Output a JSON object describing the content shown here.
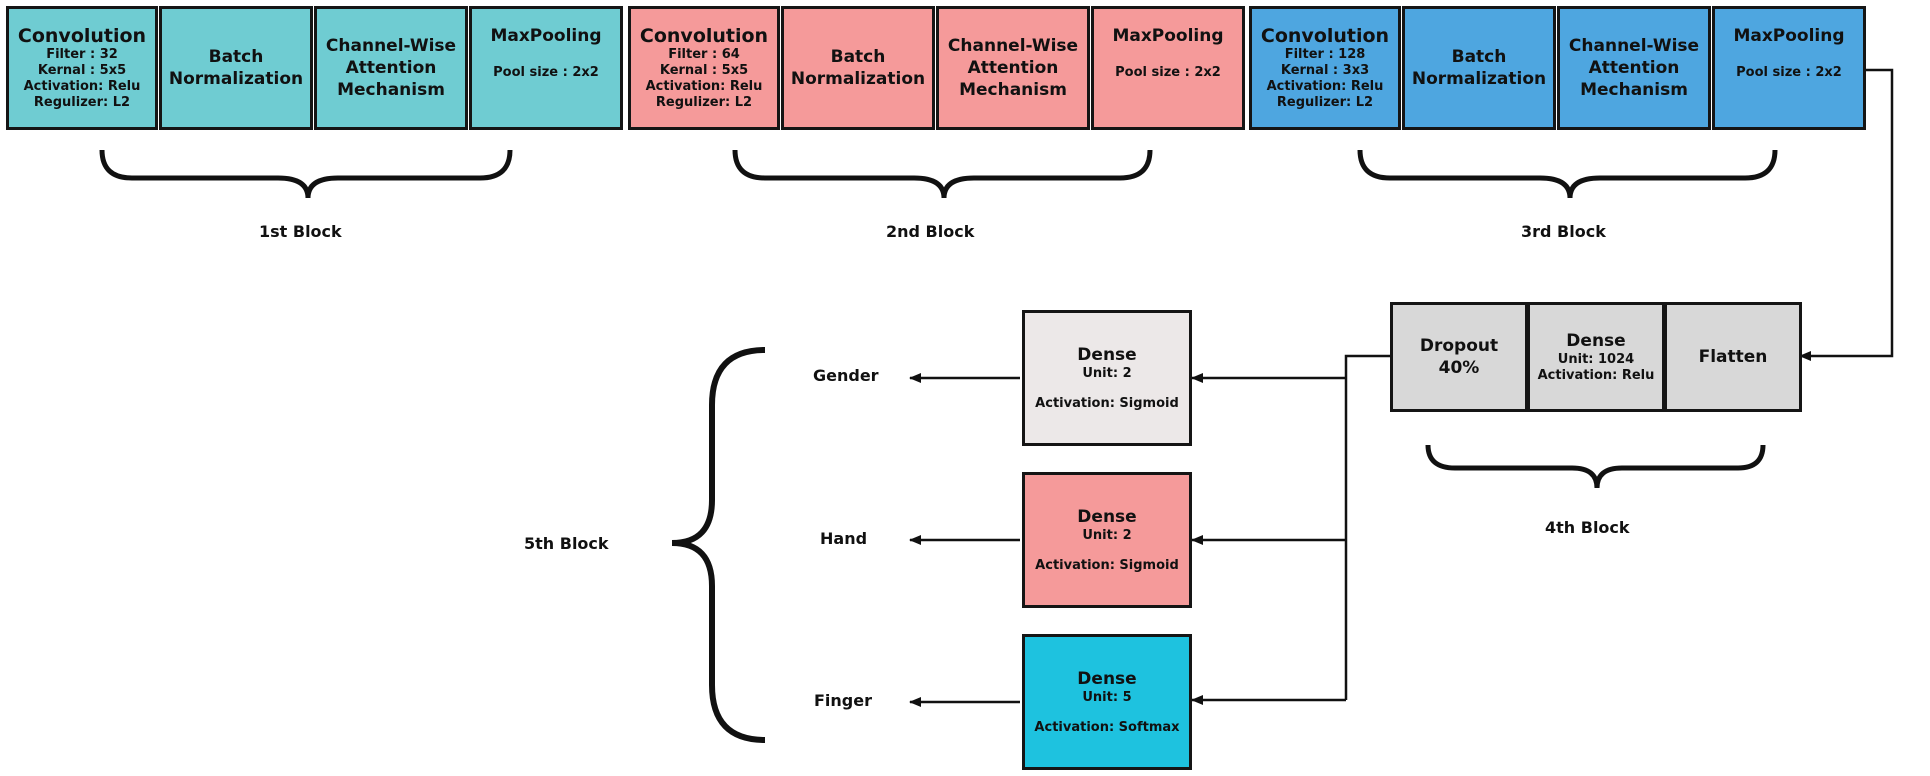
{
  "block1": {
    "conv": {
      "title": "Convolution",
      "lines": [
        "Filter : 32",
        "Kernal : 5x5",
        "Activation: Relu",
        "Regulizer: L2"
      ]
    },
    "bn": [
      "Batch",
      "Normalization"
    ],
    "att": [
      "Channel-Wise",
      "Attention",
      "Mechanism"
    ],
    "pool": {
      "title": "MaxPooling",
      "line": "Pool size : 2x2"
    },
    "label": "1st Block"
  },
  "block2": {
    "conv": {
      "title": "Convolution",
      "lines": [
        "Filter : 64",
        "Kernal : 5x5",
        "Activation: Relu",
        "Regulizer: L2"
      ]
    },
    "bn": [
      "Batch",
      "Normalization"
    ],
    "att": [
      "Channel-Wise",
      "Attention",
      "Mechanism"
    ],
    "pool": {
      "title": "MaxPooling",
      "line": "Pool size : 2x2"
    },
    "label": "2nd Block"
  },
  "block3": {
    "conv": {
      "title": "Convolution",
      "lines": [
        "Filter : 128",
        "Kernal : 3x3",
        "Activation: Relu",
        "Regulizer: L2"
      ]
    },
    "bn": [
      "Batch",
      "Normalization"
    ],
    "att": [
      "Channel-Wise",
      "Attention",
      "Mechanism"
    ],
    "pool": {
      "title": "MaxPooling",
      "line": "Pool size : 2x2"
    },
    "label": "3rd Block"
  },
  "block4": {
    "dropout": [
      "Dropout",
      "40%"
    ],
    "dense": {
      "title": "Dense",
      "lines": [
        "Unit: 1024",
        "Activation: Relu"
      ]
    },
    "flatten": "Flatten",
    "label": "4th Block"
  },
  "block5": {
    "label": "5th Block",
    "gender": {
      "title": "Dense",
      "unit": "Unit: 2",
      "activation": "Activation: Sigmoid",
      "output": "Gender"
    },
    "hand": {
      "title": "Dense",
      "unit": "Unit: 2",
      "activation": "Activation: Sigmoid",
      "output": "Hand"
    },
    "finger": {
      "title": "Dense",
      "unit": "Unit: 5",
      "activation": "Activation: Softmax",
      "output": "Finger"
    }
  },
  "colors": {
    "block1": "#6fccd2",
    "block2": "#f59a9a",
    "block3": "#4ea6e0",
    "block4": "#d8d8d8",
    "gender": "#ece8e8",
    "hand": "#f59a9a",
    "finger": "#1ec2df"
  }
}
